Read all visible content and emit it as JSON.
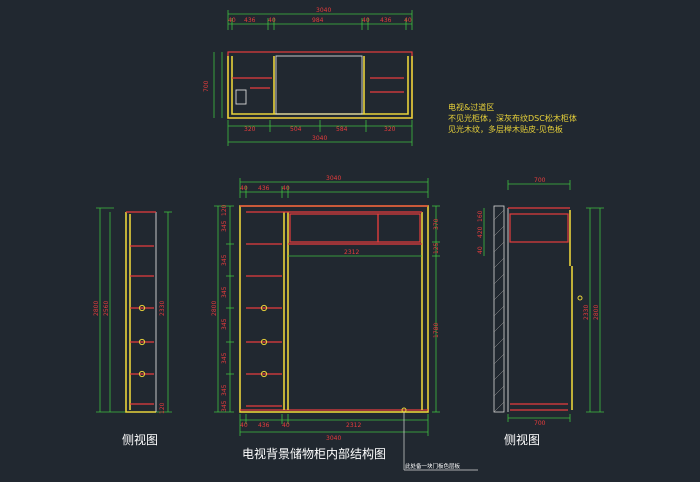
{
  "notes": {
    "line1": "电视&过道区",
    "line2": "不见光柜体，深灰布纹DSC松木柜体",
    "line3": "见光木纹，多层榉木贴皮-见色板"
  },
  "captions": {
    "side_left": "侧视图",
    "main": "电视背景储物柜内部结构图",
    "side_right": "侧视图",
    "leader_note": "此处备一块门板色层板"
  },
  "dims": {
    "top_total": "3040",
    "top_segs": [
      "40",
      "436",
      "40",
      "984",
      "40",
      "436",
      "40"
    ],
    "plan_total": "3040",
    "plan_segs": [
      "320",
      "504",
      "584",
      "320"
    ],
    "plan_left": "700",
    "front_total_top": "3040",
    "front_segs_top": [
      "40",
      "436",
      "40"
    ],
    "front_total_bot": "3040",
    "front_segs_bot": [
      "40",
      "436",
      "40",
      "2312"
    ],
    "front_inner": "2312",
    "front_height": "2800",
    "front_left_segs": [
      "120",
      "345",
      "345",
      "345",
      "345",
      "345",
      "345",
      "345"
    ],
    "front_right_segs": [
      "370",
      "125",
      "1780"
    ],
    "side_left_h": "2800",
    "side_left_h2": "2560",
    "side_left_h3": "2330",
    "side_left_bot": "120",
    "side_right_top": "700",
    "side_right_bot": "700",
    "side_right_h": "2800",
    "side_right_h2": "2330",
    "side_right_segs": [
      "160",
      "420",
      "40"
    ]
  }
}
